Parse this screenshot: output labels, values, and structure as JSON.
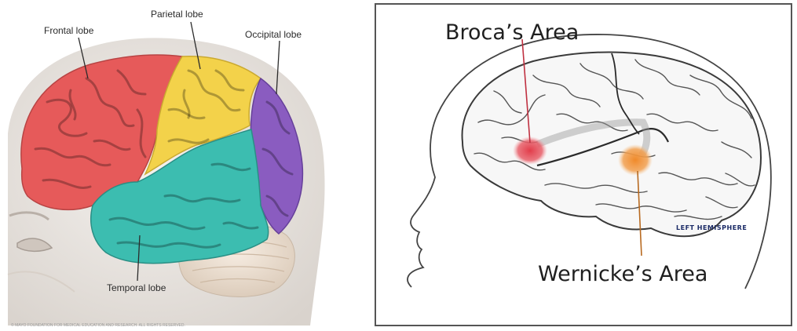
{
  "lobes_diagram": {
    "labels": {
      "frontal": "Frontal lobe",
      "parietal": "Parietal lobe",
      "occipital": "Occipital lobe",
      "temporal": "Temporal lobe"
    },
    "copyright": "© MAYO FOUNDATION FOR MEDICAL EDUCATION AND RESEARCH. ALL RIGHTS RESERVED.",
    "colors": {
      "frontal": "#e65a5a",
      "parietal": "#f3d24a",
      "occipital": "#8a5cc0",
      "temporal": "#3cbdb0",
      "cerebellum": "#efe3d6",
      "head": "#ece8e4"
    }
  },
  "language_diagram": {
    "labels": {
      "broca": "Broca’s Area",
      "wernicke": "Wernicke’s Area",
      "hemisphere": "LEFT HEMISPHERE"
    },
    "colors": {
      "broca": "#e23c4a",
      "wernicke": "#f08a2a"
    }
  }
}
